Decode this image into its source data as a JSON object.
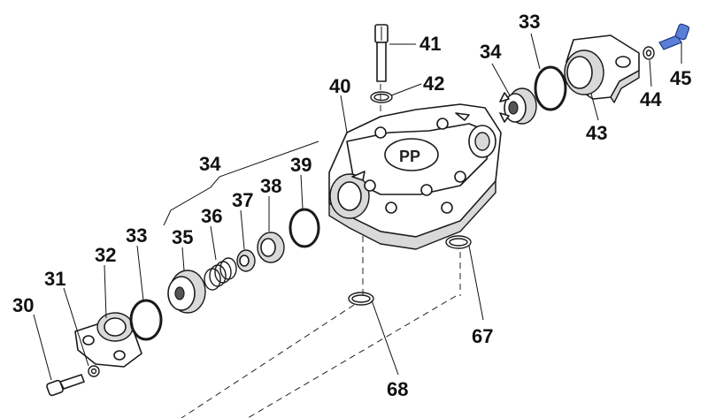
{
  "diagram": {
    "callouts": [
      {
        "id": "30",
        "text": "30"
      },
      {
        "id": "31",
        "text": "31"
      },
      {
        "id": "32",
        "text": "32"
      },
      {
        "id": "33a",
        "text": "33"
      },
      {
        "id": "34a",
        "text": "34"
      },
      {
        "id": "35",
        "text": "35"
      },
      {
        "id": "36",
        "text": "36"
      },
      {
        "id": "37",
        "text": "37"
      },
      {
        "id": "38",
        "text": "38"
      },
      {
        "id": "39",
        "text": "39"
      },
      {
        "id": "40",
        "text": "40"
      },
      {
        "id": "41",
        "text": "41"
      },
      {
        "id": "42",
        "text": "42"
      },
      {
        "id": "33b",
        "text": "33"
      },
      {
        "id": "34b",
        "text": "34"
      },
      {
        "id": "43",
        "text": "43"
      },
      {
        "id": "44",
        "text": "44"
      },
      {
        "id": "45",
        "text": "45"
      },
      {
        "id": "67",
        "text": "67"
      },
      {
        "id": "68",
        "text": "68"
      }
    ],
    "colors": {
      "line": "#1a1a1a",
      "highlight_part": "#5b7fd6",
      "shade": "#d9d9d9"
    }
  }
}
